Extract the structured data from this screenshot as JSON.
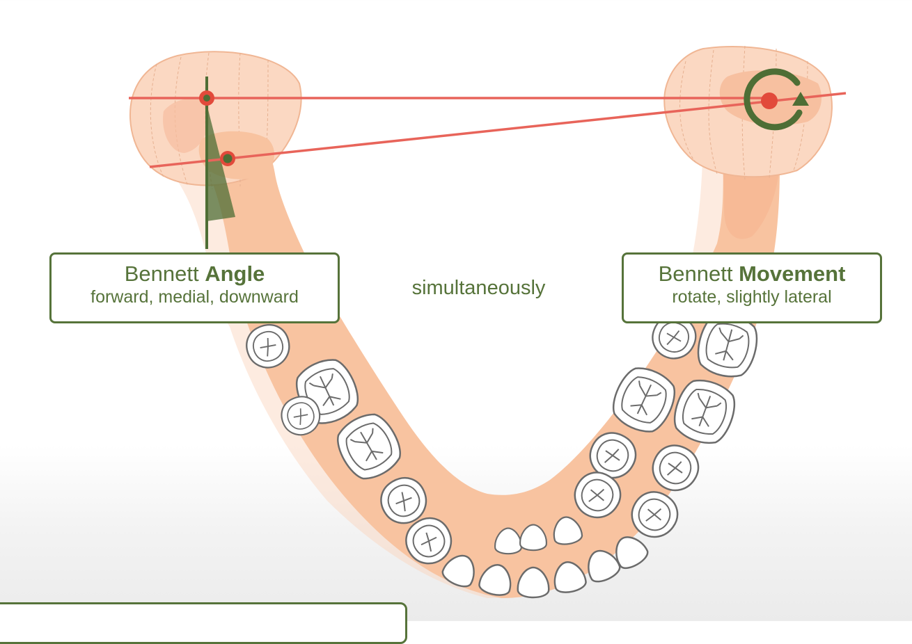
{
  "diagram": {
    "left_label": {
      "prefix": "Bennett",
      "strong": "Angle",
      "subtitle": "forward, medial, downward"
    },
    "right_label": {
      "prefix": "Bennett",
      "strong": "Movement",
      "subtitle": "rotate, slightly lateral"
    },
    "center_text": "simultaneously",
    "colors": {
      "accent_green": "#56733a",
      "bone": "#f7c3a1",
      "condyle_fill": "#fbd8c2",
      "axis_red": "#e8645a",
      "point_red": "#e24a3b"
    }
  }
}
